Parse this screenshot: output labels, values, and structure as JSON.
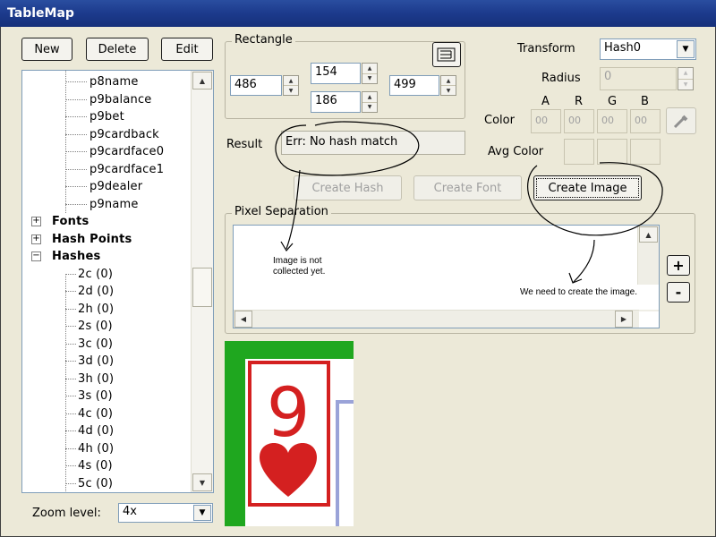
{
  "window": {
    "title": "TableMap"
  },
  "toolbar": {
    "new_label": "New",
    "delete_label": "Delete",
    "edit_label": "Edit"
  },
  "tree": {
    "leaf_items_top": [
      "p8name",
      "p9balance",
      "p9bet",
      "p9cardback",
      "p9cardface0",
      "p9cardface1",
      "p9dealer",
      "p9name"
    ],
    "groups": [
      {
        "label": "Fonts",
        "expander": "+"
      },
      {
        "label": "Hash Points",
        "expander": "+"
      },
      {
        "label": "Hashes",
        "expander": "−"
      }
    ],
    "hash_items": [
      "2c (0)",
      "2d (0)",
      "2h (0)",
      "2s (0)",
      "3c (0)",
      "3d (0)",
      "3h (0)",
      "3s (0)",
      "4c (0)",
      "4d (0)",
      "4h (0)",
      "4s (0)",
      "5c (0)"
    ]
  },
  "zoom": {
    "label": "Zoom level:",
    "value": "4x"
  },
  "rectangle": {
    "label": "Rectangle",
    "left": "486",
    "top": "154",
    "bottom": "186",
    "right": "499"
  },
  "result": {
    "label": "Result",
    "value": "Err: No hash match"
  },
  "transform": {
    "label": "Transform",
    "value": "Hash0"
  },
  "radius": {
    "label": "Radius",
    "value": "0"
  },
  "color": {
    "label": "Color",
    "channel_labels": [
      "A",
      "R",
      "G",
      "B"
    ],
    "channel_values": [
      "00",
      "00",
      "00",
      "00"
    ]
  },
  "avg_color": {
    "label": "Avg Color"
  },
  "actions": {
    "create_hash": "Create Hash",
    "create_font": "Create Font",
    "create_image": "Create Image"
  },
  "pixel_separation": {
    "label": "Pixel Separation",
    "plus": "+",
    "minus": "-"
  },
  "annotations": {
    "note1": "Image is not collected yet.",
    "note2": "We need to create the image."
  },
  "colors": {
    "preview_green": "#1fa71f",
    "card_red": "#d42020",
    "card_blue_line": "#9aa3d8"
  }
}
